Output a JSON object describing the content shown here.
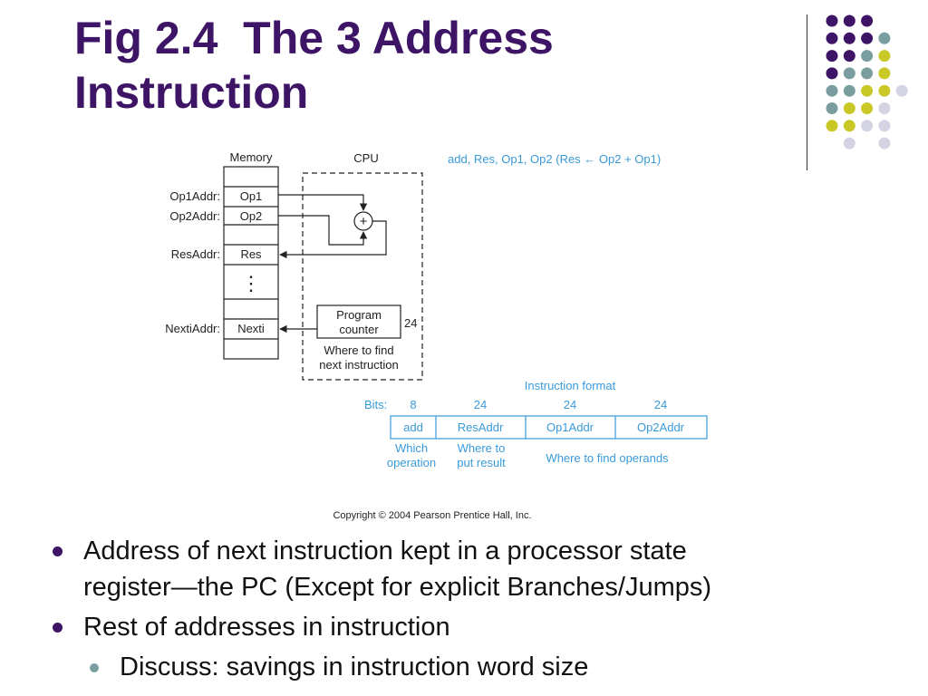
{
  "slide": {
    "title_line1": "Fig 2.4  The 3 Address",
    "title_line2": "Instruction"
  },
  "decoration": {
    "colors": {
      "purple": "#3d1466",
      "teal": "#7a9e9f",
      "yellow": "#c9c826",
      "lavender": "#d3d3e3"
    },
    "dot_grid": [
      [
        "purple",
        "purple",
        "purple",
        "",
        ""
      ],
      [
        "purple",
        "purple",
        "purple",
        "teal",
        ""
      ],
      [
        "purple",
        "purple",
        "teal",
        "yellow",
        ""
      ],
      [
        "purple",
        "teal",
        "teal",
        "yellow",
        ""
      ],
      [
        "teal",
        "teal",
        "yellow",
        "yellow",
        "lavender"
      ],
      [
        "teal",
        "yellow",
        "yellow",
        "lavender",
        ""
      ],
      [
        "yellow",
        "yellow",
        "lavender",
        "lavender",
        ""
      ],
      [
        "",
        "lavender",
        "",
        "lavender",
        ""
      ]
    ]
  },
  "diagram": {
    "memory_label": "Memory",
    "cpu_label": "CPU",
    "memory_cells": [
      "Op1",
      "Op2",
      "Res",
      "Nexti"
    ],
    "address_labels": [
      "Op1Addr:",
      "Op2Addr:",
      "ResAddr:",
      "NextiAddr:"
    ],
    "ellipsis": "⋮",
    "adder_symbol": "+",
    "pc_line1": "Program",
    "pc_line2": "counter",
    "pc_bits": "24",
    "pc_note_line1": "Where to find",
    "pc_note_line2": "next instruction",
    "operation": "add, Res, Op1, Op2  (Res ← Op2 + Op1)",
    "format_title": "Instruction format",
    "bits_label": "Bits:",
    "fields": [
      {
        "name": "add",
        "bits": "8"
      },
      {
        "name": "ResAddr",
        "bits": "24"
      },
      {
        "name": "Op1Addr",
        "bits": "24"
      },
      {
        "name": "Op2Addr",
        "bits": "24"
      }
    ],
    "field_note1_line1": "Which",
    "field_note1_line2": "operation",
    "field_note2_line1": "Where to",
    "field_note2_line2": "put result",
    "field_note3": "Where to find operands",
    "copyright": "Copyright © 2004 Pearson Prentice Hall, Inc.",
    "colors": {
      "line": "#222222",
      "accent": "#3a9ad9"
    }
  },
  "bullets": [
    {
      "level": 1,
      "line1": "Address of next instruction kept in a processor state",
      "line2": "register—the PC (Except for explicit Branches/Jumps)"
    },
    {
      "level": 1,
      "line1": "Rest of addresses in instruction"
    },
    {
      "level": 2,
      "line1": "Discuss: savings in instruction word size"
    }
  ]
}
